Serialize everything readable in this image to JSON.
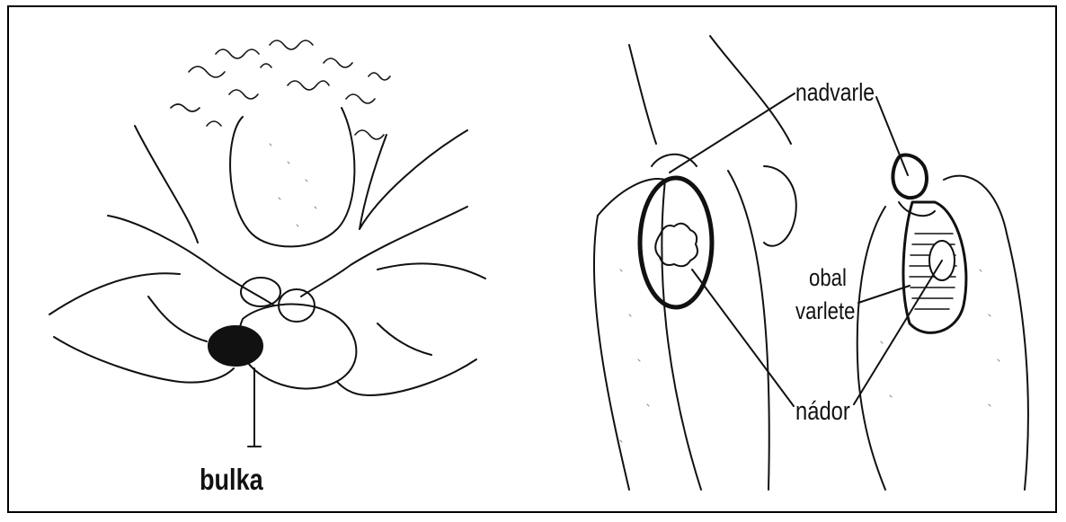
{
  "labels": {
    "bulka": "bulka",
    "nadvarle": "nadvarle",
    "obal": "obal",
    "varlete": "varlete",
    "nador": "nádor"
  },
  "colors": {
    "ink": "#111111",
    "border": "#000000",
    "background": "#ffffff"
  }
}
